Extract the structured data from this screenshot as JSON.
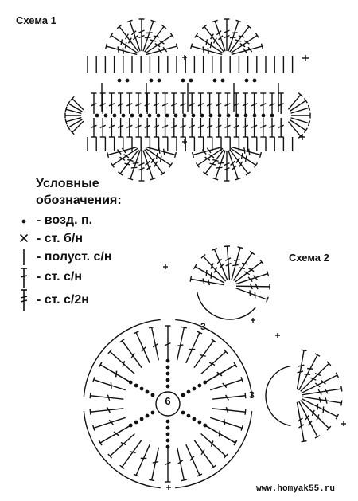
{
  "scheme1": {
    "title": "Схема 1"
  },
  "scheme2": {
    "title": "Схема 2",
    "center_label": "6",
    "row_label_a": "3",
    "row_label_b": "3"
  },
  "legend": {
    "title_line1": "Условные",
    "title_line2": "обозначения:",
    "items": [
      {
        "symbol": "dot-icon",
        "label": "- возд. п."
      },
      {
        "symbol": "cross-icon",
        "label": "- ст. б/н"
      },
      {
        "symbol": "bar-icon",
        "label": "- полуст. с/н"
      },
      {
        "symbol": "dc-icon",
        "label": "- ст. с/н"
      },
      {
        "symbol": "tc-icon",
        "label": "- ст. с/2н"
      }
    ]
  },
  "watermark": "www.homyak55.ru",
  "colors": {
    "ink": "#111111",
    "background": "#ffffff"
  }
}
